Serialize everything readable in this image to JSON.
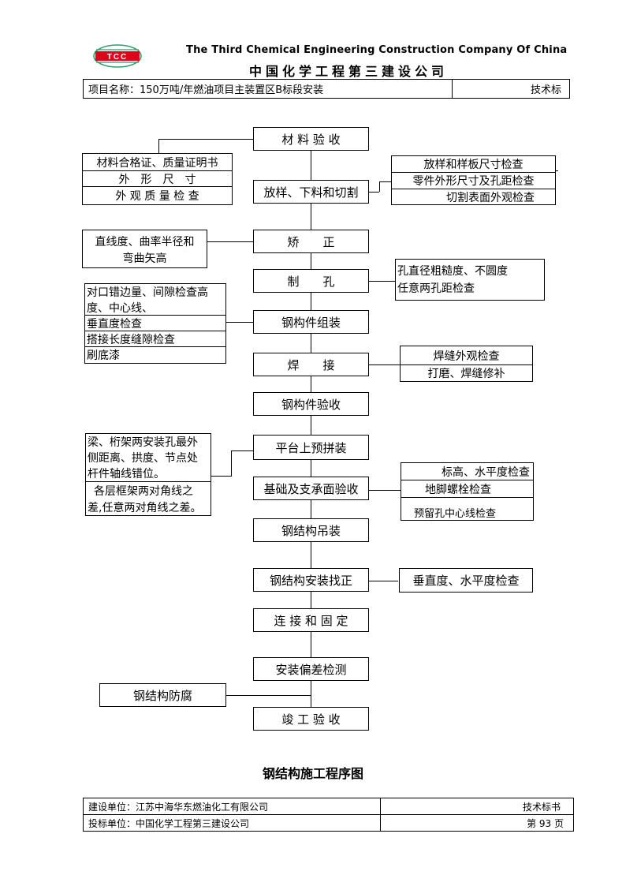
{
  "header": {
    "logo_text": "TCC",
    "company_en": "The Third Chemical Engineering Construction Company Of China",
    "company_cn": "中国化学工程第三建设公司",
    "project_name": "项目名称：150万吨/年燃油项目主装置区B标段安装",
    "doc_type": "技术标"
  },
  "flow": {
    "steps": [
      "材 料 验 收",
      "放样、下料和切割",
      "矫　　正",
      "制　　孔",
      "钢构件组装",
      "焊　　接",
      "钢构件验收",
      "平台上预拼装",
      "基础及支承面验收",
      "钢结构吊装",
      "钢结构安装找正",
      "连 接 和 固 定",
      "安装偏差检测",
      "竣 工 验 收"
    ],
    "left_notes": {
      "material": [
        "材料合格证、质量证明书",
        "外　形　尺　寸",
        "外 观 质 量 检 查"
      ],
      "straighten": [
        "直线度、曲率半径和",
        "弯曲矢高"
      ],
      "assembly": [
        "对口错边量、间隙检查高",
        "度、中心线、",
        "垂直度检查",
        "搭接长度缝隙检查",
        "刷底漆"
      ],
      "preassembly": [
        "梁、桁架两安装孔最外",
        "侧距离、拱度、节点处",
        "杆件轴线错位。",
        "各层框架两对角线之",
        "差,任意两对角线之差。"
      ],
      "anticorrosion": "钢结构防腐"
    },
    "right_notes": {
      "cutting": [
        "放样和样板尺寸检查",
        "零件外形尺寸及孔距检查",
        "切割表面外观检查"
      ],
      "drilling": [
        "孔直径粗糙度、不圆度",
        "任意两孔距检查"
      ],
      "welding": [
        "焊缝外观检查",
        "打磨、焊缝修补"
      ],
      "foundation": [
        "标高、水平度检查",
        "地脚螺栓检查",
        "预留孔中心线检查"
      ],
      "alignment": "垂直度、水平度检查"
    }
  },
  "title": "钢结构施工程序图",
  "footer": {
    "builder": "建设单位：江苏中海华东燃油化工有限公司",
    "bidder": "投标单位：中国化学工程第三建设公司",
    "doc_label": "技术标书",
    "page_label": "第 93 页"
  },
  "colors": {
    "logo_red": "#e3001b",
    "logo_green": "#2f9e6a"
  }
}
